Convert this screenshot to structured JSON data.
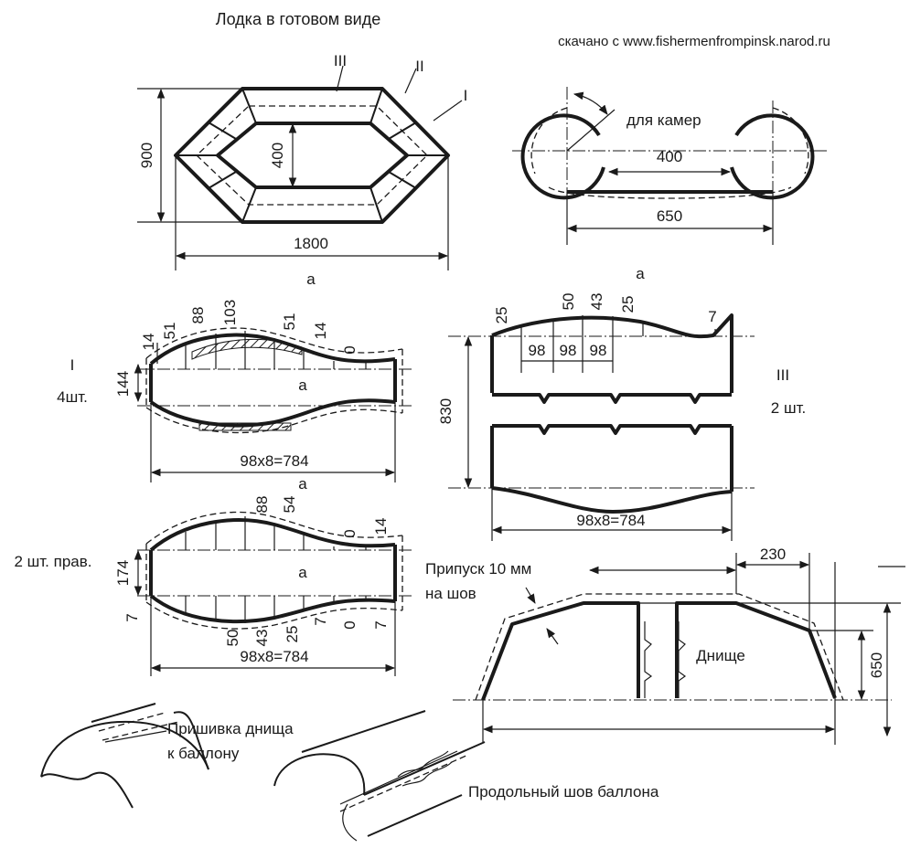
{
  "header": {
    "title": "Лодка в готовом виде",
    "source": "скачано с www.fishermenfrompinsk.narod.ru"
  },
  "top_view": {
    "panel_marks": [
      "III",
      "II",
      "I"
    ],
    "dim_height": "900",
    "dim_inner": "400",
    "dim_length": "1800",
    "view_label": "а"
  },
  "cross_section": {
    "label_chambers": "для камер",
    "dim_inner": "400",
    "dim_outer": "650",
    "view_label": "а"
  },
  "panel_I": {
    "mark": "I",
    "qty": "4шт.",
    "dim_width": "144",
    "offsets": [
      "14",
      "51",
      "88",
      "103",
      "51",
      "14",
      "0"
    ],
    "center_label": "а",
    "dim_length": "98x8=784",
    "view_label": "а"
  },
  "panel_I_right": {
    "qty": "2 шт. прав.",
    "dim_width": "174",
    "dim_side": "7",
    "top_offsets": [
      "88",
      "54",
      "0",
      "14"
    ],
    "bottom_offsets": [
      "50",
      "43",
      "25",
      "7",
      "0",
      "7"
    ],
    "center_label": "а",
    "dim_length": "98x8=784"
  },
  "panel_III": {
    "mark": "III",
    "qty": "2 шт.",
    "offsets": [
      "25",
      "50",
      "43",
      "25",
      "7"
    ],
    "spacings": [
      "98",
      "98",
      "98"
    ],
    "dim_height": "830",
    "dim_length": "98x8=784"
  },
  "bottom": {
    "allowance_line1": "Припуск 10 мм",
    "allowance_line2": "на шов",
    "label": "Днище",
    "dim_top": "230",
    "dim_height": "650"
  },
  "details": {
    "bottom_seam_line1": "Пришивка днища",
    "bottom_seam_line2": "к баллону",
    "long_seam": "Продольный шов баллона"
  }
}
